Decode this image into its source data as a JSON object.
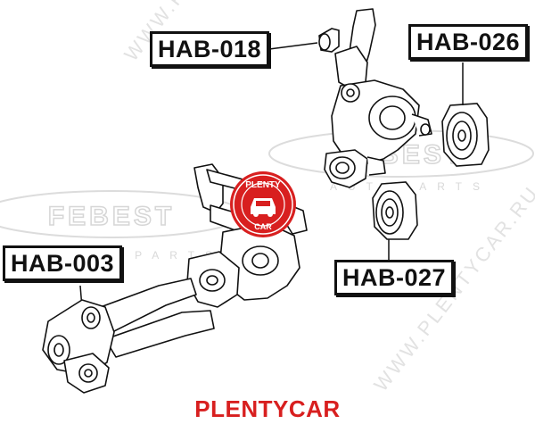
{
  "part_labels": {
    "hab_018": "HAB-018",
    "hab_026": "HAB-026",
    "hab_003": "HAB-003",
    "hab_027": "HAB-027"
  },
  "watermarks": {
    "brand": "FEBEST",
    "subtitle": "AUTOPARTS",
    "url": "WWW.PLENTYCAR.RU"
  },
  "stamp": {
    "top": "PLENTY",
    "bottom": "CAR"
  },
  "caption": "PLENTYCAR",
  "colors": {
    "stamp_red": "#d81f1f",
    "caption_red": "#d81f1f",
    "line": "#111111",
    "watermark": "#d9d9d9"
  }
}
